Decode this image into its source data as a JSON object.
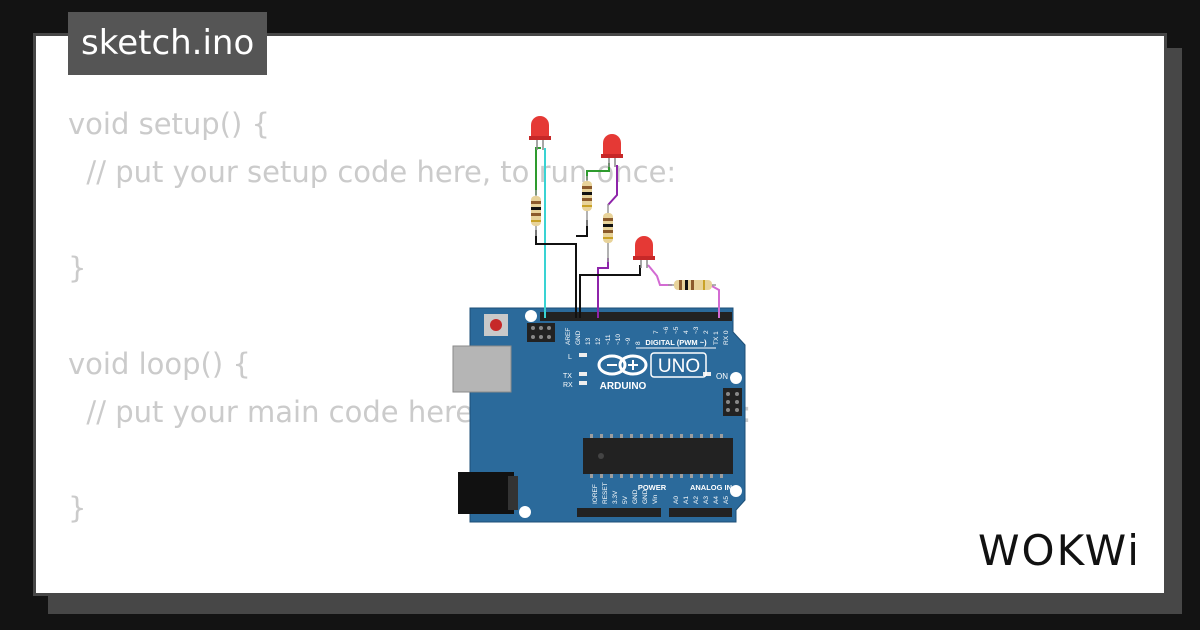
{
  "file_tab": {
    "label": "sketch.ino"
  },
  "code": {
    "lines": [
      "void setup() {",
      "  // put your setup code here, to run once:",
      "",
      "}",
      "",
      "void loop() {",
      "  // put your main code here, to run repeatedly:",
      "",
      "}"
    ]
  },
  "board": {
    "uno_label": "UNO",
    "brand_label": "ARDUINO",
    "digital_label": "DIGITAL (PWM ~)",
    "power_label": "POWER",
    "analog_label": "ANALOG IN",
    "on_label": "ON",
    "l_label": "L",
    "tx_label": "TX",
    "rx_label": "RX",
    "header_top_labels": [
      "AREF",
      "GND",
      "13",
      "12",
      "~11",
      "~10",
      "~9",
      "8",
      "7",
      "~6",
      "~5",
      "4",
      "~3",
      "2",
      "TX 1",
      "RX 0"
    ],
    "header_bottom_labels": [
      "IOREF",
      "RESET",
      "3.3V",
      "5V",
      "GND",
      "GND",
      "Vin",
      "A0",
      "A1",
      "A2",
      "A3",
      "A4",
      "A5"
    ]
  },
  "brand": {
    "logo": "WOKWi"
  },
  "colors": {
    "board_blue": "#2b6a9b",
    "led_red": "#e53935",
    "wire_cyan": "#39d3d3",
    "wire_green": "#2e9b2e",
    "wire_purple": "#8e24aa",
    "wire_pink": "#d36bd3",
    "wire_black": "#111111"
  }
}
